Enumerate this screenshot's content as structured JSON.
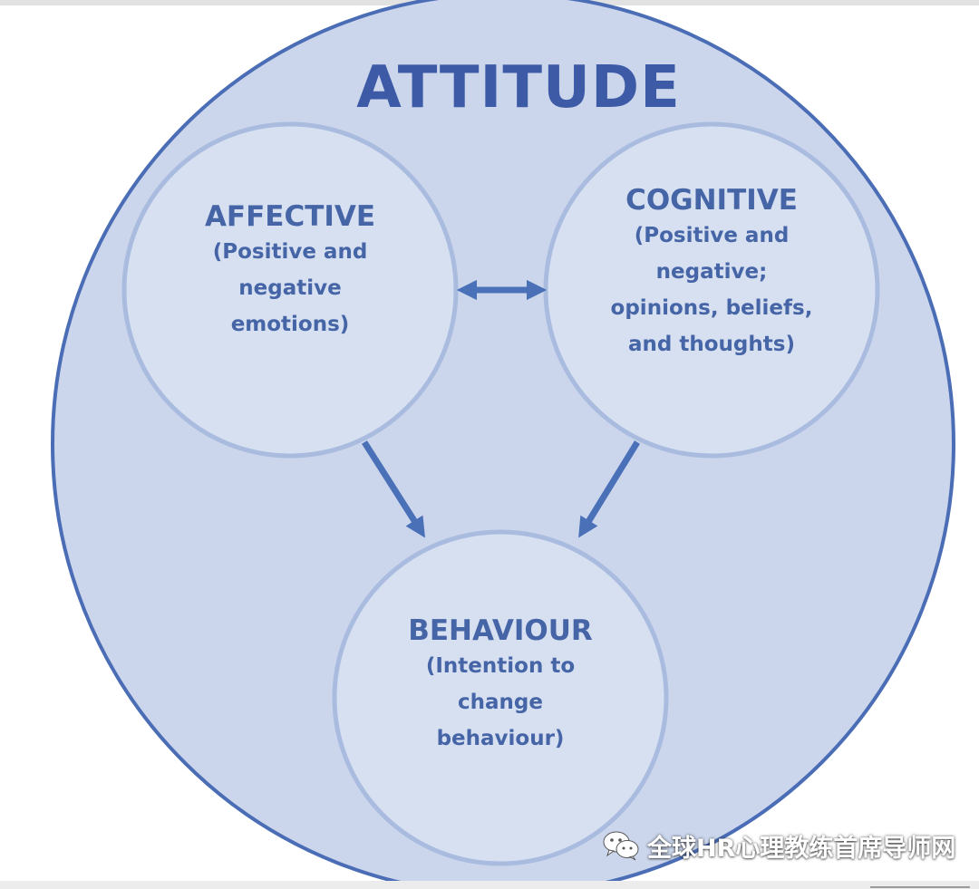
{
  "diagram": {
    "title": "ATTITUDE",
    "affective": {
      "heading": "AFFECTIVE",
      "lines": [
        "(Positive and",
        "negative",
        "emotions)"
      ]
    },
    "cognitive": {
      "heading": "COGNITIVE",
      "lines": [
        "(Positive and",
        "negative;",
        "opinions, beliefs,",
        "and thoughts)"
      ]
    },
    "behaviour": {
      "heading": "BEHAVIOUR",
      "lines": [
        "(Intention to",
        "change",
        "behaviour)"
      ]
    }
  },
  "watermark": {
    "text": "全球HR心理教练首席导师网",
    "icon": "wechat-icon"
  },
  "colors": {
    "outer_fill": "#cbd6ec",
    "outer_stroke": "#4a6db5",
    "inner_fill": "#d7e0f1",
    "inner_stroke": "#a9bbdf",
    "arrow": "#4a71b8",
    "text": "#4565a7"
  }
}
